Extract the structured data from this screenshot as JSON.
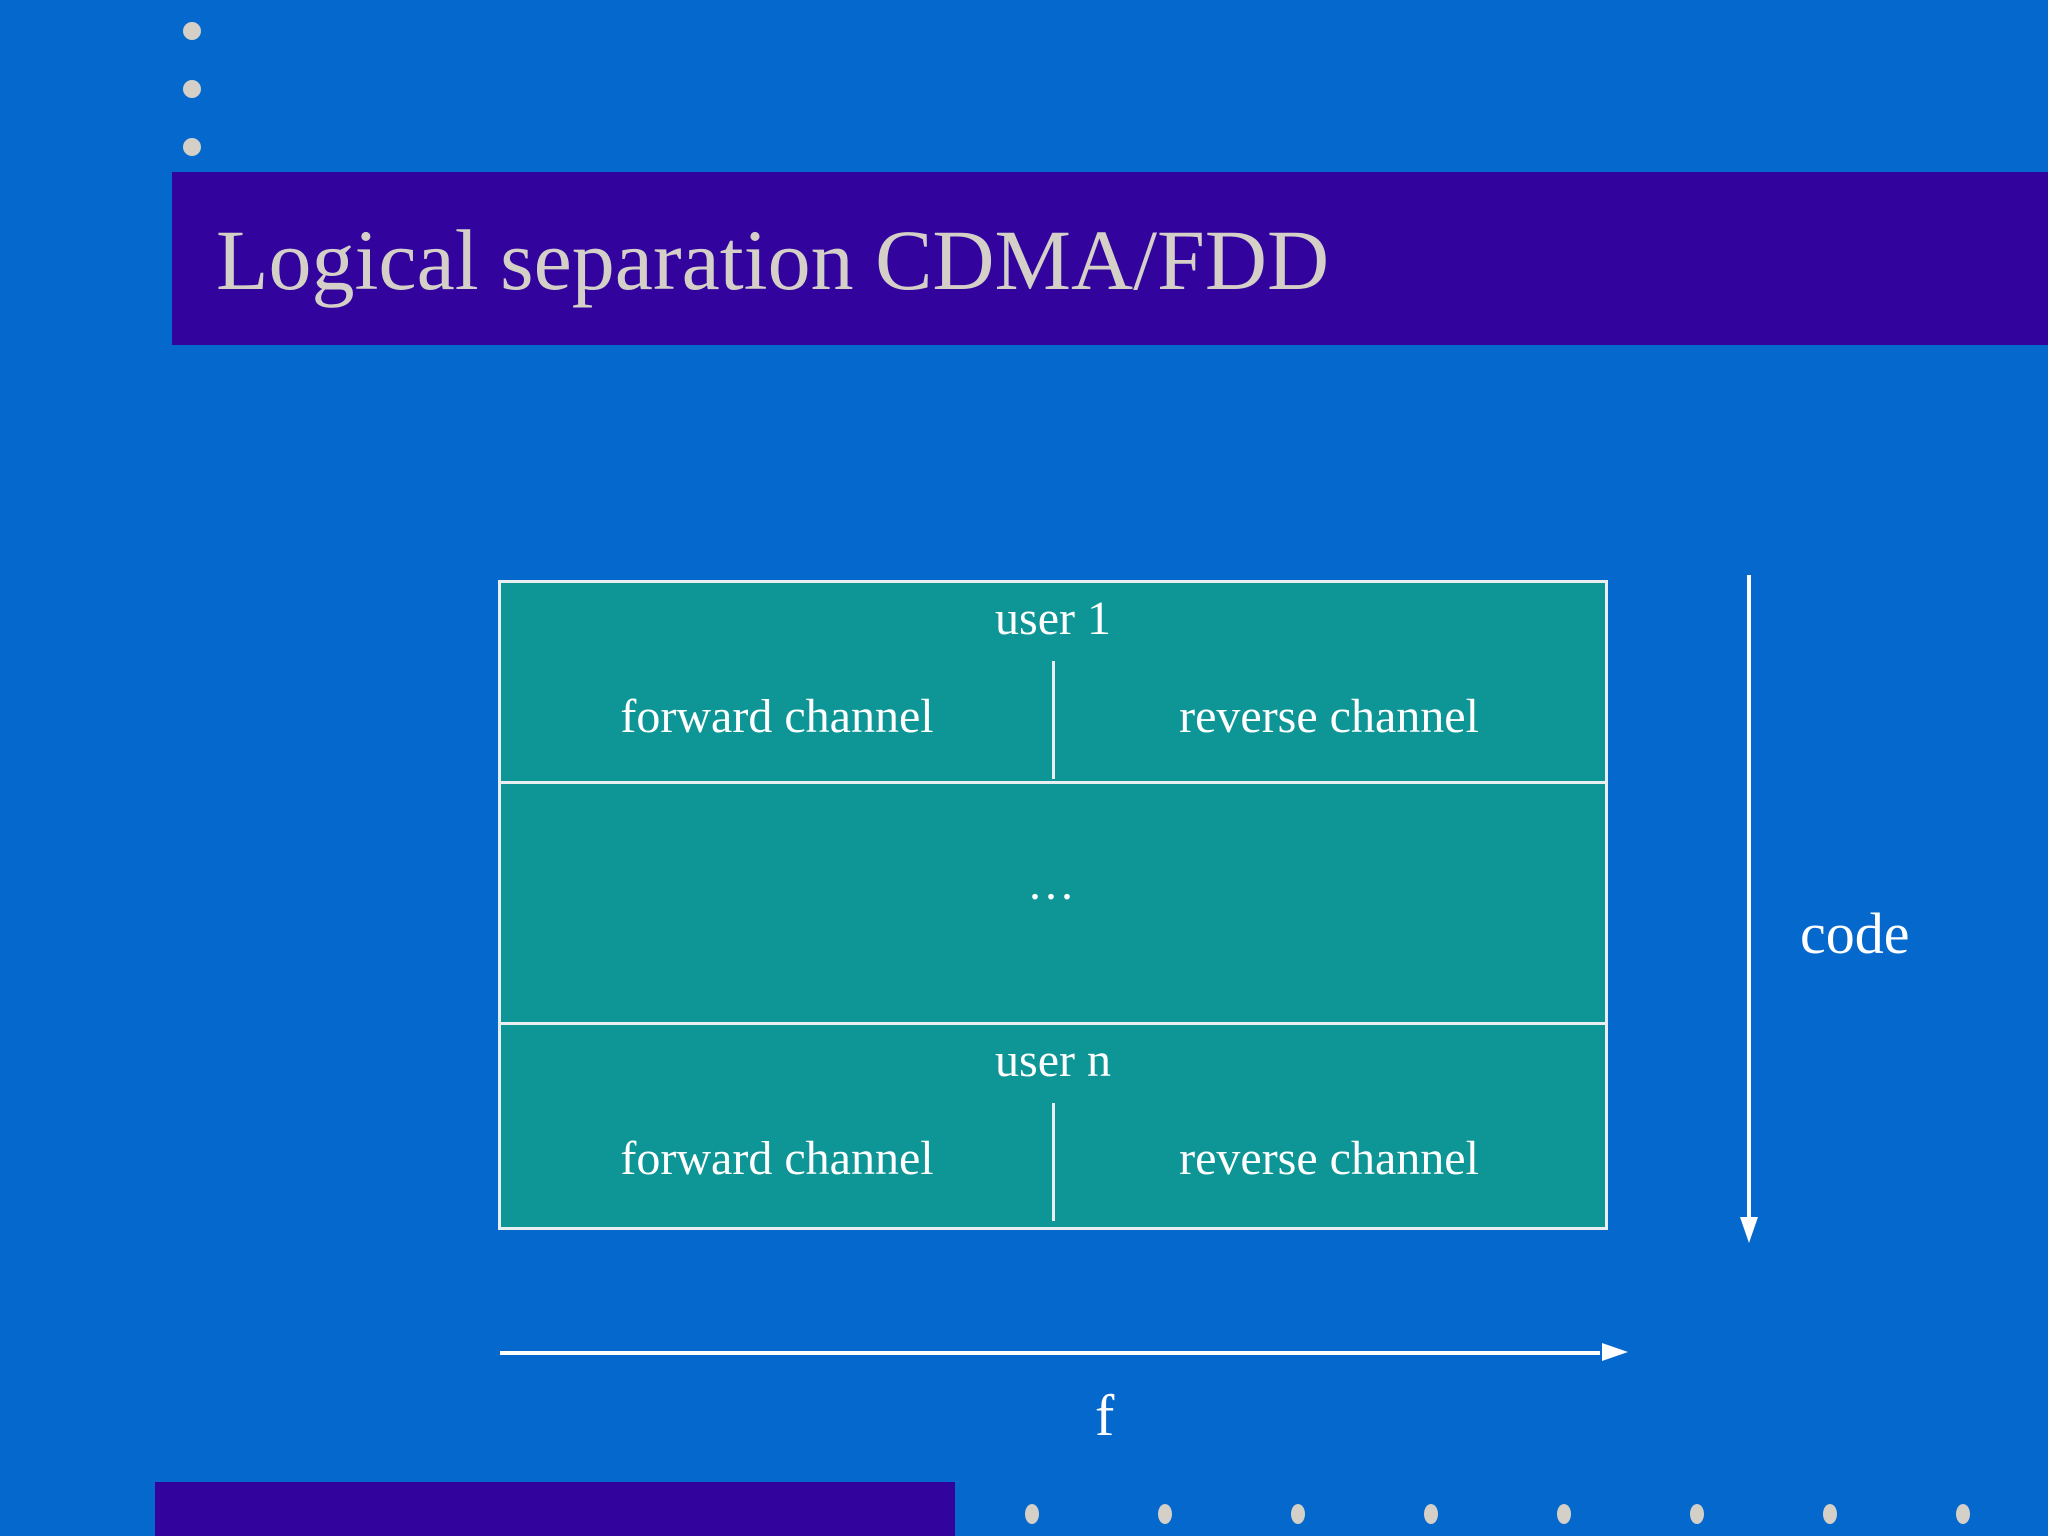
{
  "slide": {
    "title": "Logical separation CDMA/FDD",
    "background_color": "#0568cc",
    "title_bar_color": "#33039e",
    "title_text_color": "#d4d0c8",
    "diagram_fill_color": "#0d9695",
    "diagram_line_color": "#e9eef0",
    "label_color": "#ffffff"
  },
  "top_bullets": [
    {
      "name": "bullet-dot-1"
    },
    {
      "name": "bullet-dot-2"
    },
    {
      "name": "bullet-dot-3"
    }
  ],
  "diagram": {
    "rows": [
      {
        "user_label": "user 1",
        "left_channel": "forward channel",
        "right_channel": "reverse channel"
      },
      {
        "ellipsis": "..."
      },
      {
        "user_label": "user n",
        "left_channel": "forward channel",
        "right_channel": "reverse channel"
      }
    ]
  },
  "axes": {
    "vertical": {
      "label": "code",
      "direction": "down"
    },
    "horizontal": {
      "label": "f",
      "direction": "right"
    }
  },
  "footer": {
    "bar": "",
    "dot_count": 8
  }
}
